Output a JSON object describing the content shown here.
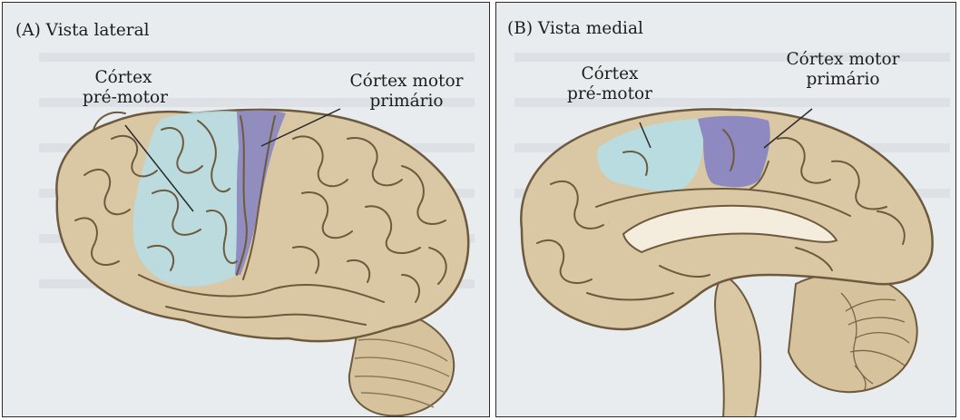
{
  "panel_a": {
    "title": "(A)  Vista lateral",
    "label_premotor": [
      "Córtex",
      "pré-motor"
    ],
    "label_motor": [
      "Córtex motor",
      "primário"
    ]
  },
  "panel_b": {
    "title": "(B)  Vista medial",
    "label_premotor": [
      "Córtex",
      "pré-motor"
    ],
    "label_motor": [
      "Córtex motor",
      "primário"
    ]
  },
  "colors": {
    "brain": "#dac8a4",
    "brain_outline": "#6d5a3e",
    "premotor": "#b7dde4",
    "primary_motor": "#8a86c2",
    "background_page": "#e9ecef"
  },
  "icons": [
    "brain-lateral-illustration",
    "brain-medial-illustration"
  ]
}
